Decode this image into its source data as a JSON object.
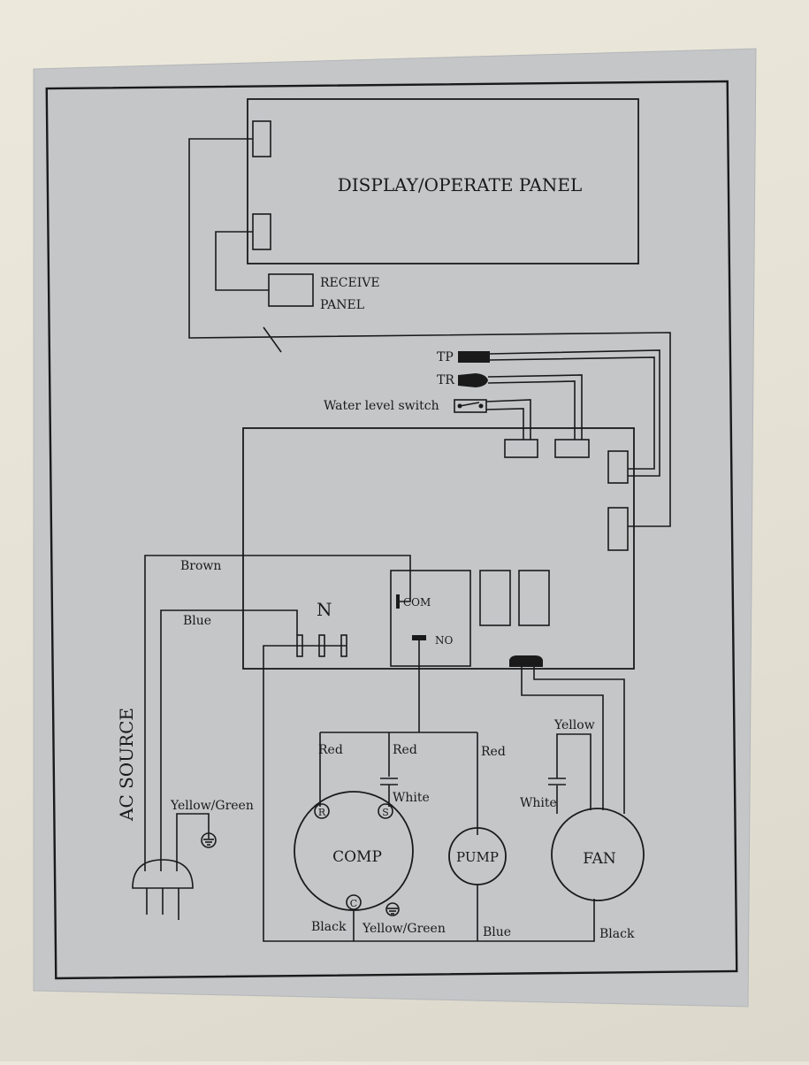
{
  "panels": {
    "display": "DISPLAY/OPERATE PANEL",
    "receive_line1": "RECEIVE",
    "receive_line2": "PANEL"
  },
  "sensors": {
    "tp": "TP",
    "tr": "TR",
    "water_level_switch": "Water level switch"
  },
  "board": {
    "n_label": "N",
    "com_label": "COM",
    "no_label": "NO"
  },
  "wires": {
    "brown": "Brown",
    "blue": "Blue",
    "yellow_green_ground": "Yellow/Green",
    "comp_red": "Red",
    "cap_red": "Red",
    "pump_red": "Red",
    "white_comp": "White",
    "white_fan": "White",
    "yellow_fan": "Yellow",
    "comp_black": "Black",
    "comp_yellow_green": "Yellow/Green",
    "pump_blue": "Blue",
    "fan_black": "Black"
  },
  "components": {
    "comp": "COMP",
    "pump": "PUMP",
    "fan": "FAN",
    "terminal_r": "R",
    "terminal_s": "S",
    "terminal_c": "C"
  },
  "source": {
    "ac_source": "AC SOURCE"
  },
  "colors": {
    "label_background": "#c4c6c8",
    "ink": "#1a1a1a",
    "surface": "#e6e2d6"
  }
}
